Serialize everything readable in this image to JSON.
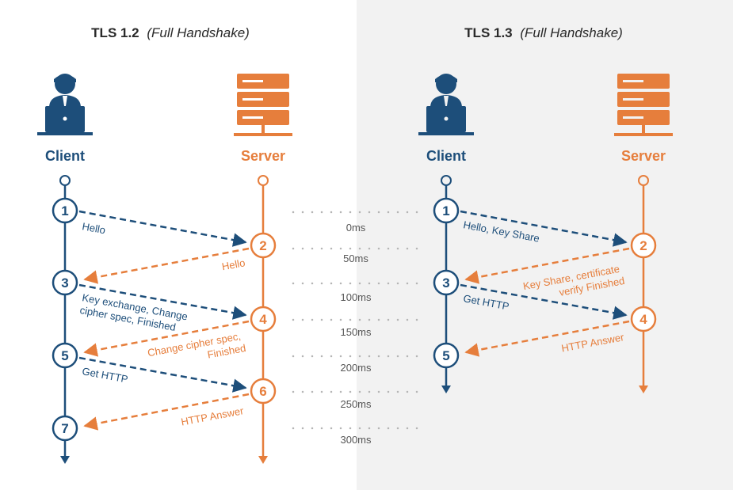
{
  "colors": {
    "client": "#1d4e7a",
    "server": "#e67e3c",
    "panel": "#f2f2f2",
    "dots": "#b5b5b5"
  },
  "icons": {
    "client": "user-laptop-icon",
    "server": "server-rack-icon"
  },
  "tls12": {
    "title_bold": "TLS 1.2",
    "title_italic": "(Full Handshake)",
    "client_label": "Client",
    "server_label": "Server",
    "steps": [
      "1",
      "2",
      "3",
      "4",
      "5",
      "6",
      "7"
    ],
    "messages": {
      "m1": [
        "Hello"
      ],
      "m2": [
        "Hello"
      ],
      "m3": [
        "Key exchange, Change",
        "cipher spec, Finished"
      ],
      "m4": [
        "Change cipher spec,",
        "Finished"
      ],
      "m5": [
        "Get HTTP"
      ],
      "m6": [
        "HTTP Answer"
      ]
    }
  },
  "tls13": {
    "title_bold": "TLS 1.3",
    "title_italic": "(Full Handshake)",
    "client_label": "Client",
    "server_label": "Server",
    "steps": [
      "1",
      "2",
      "3",
      "4",
      "5"
    ],
    "messages": {
      "m1": [
        "Hello, Key Share"
      ],
      "m2": [
        "Key Share, certificate",
        "verify  Finished"
      ],
      "m3": [
        "Get HTTP"
      ],
      "m4": [
        "HTTP Answer"
      ]
    }
  },
  "timeline": [
    "0ms",
    "50ms",
    "100ms",
    "150ms",
    "200ms",
    "250ms",
    "300ms"
  ]
}
